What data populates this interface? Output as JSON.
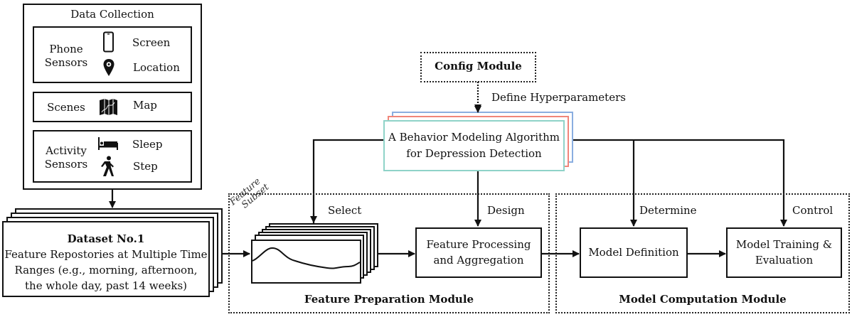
{
  "data_collection": {
    "title": "Data Collection",
    "groups": [
      {
        "label_lines": [
          "Phone",
          "Sensors"
        ],
        "items": [
          {
            "icon": "smartphone-icon",
            "label": "Screen"
          },
          {
            "icon": "location-pin-icon",
            "label": "Location"
          }
        ]
      },
      {
        "label_lines": [
          "Scenes"
        ],
        "items": [
          {
            "icon": "map-icon",
            "label": "Map"
          }
        ]
      },
      {
        "label_lines": [
          "Activity",
          "Sensors"
        ],
        "items": [
          {
            "icon": "bed-icon",
            "label": "Sleep"
          },
          {
            "icon": "walking-person-icon",
            "label": "Step"
          }
        ]
      }
    ]
  },
  "dataset": {
    "title": "Dataset No.1",
    "lines": [
      "Feature Repostories at Multiple Time",
      "Ranges (e.g., morning, afternoon,",
      "the whole day, past 14 weeks)"
    ]
  },
  "config_module": {
    "title": "Config Module",
    "edge_label": "Define Hyperparameters"
  },
  "algorithm": {
    "lines": [
      "A Behavior Modeling Algorithm",
      "for Depression Detection"
    ],
    "layer_colors": [
      "#8fd3c8",
      "#f0867a",
      "#8aaee0"
    ]
  },
  "feature_preparation": {
    "title": "Feature Preparation Module",
    "feature_subset_label_lines": [
      "Feature",
      "Subset"
    ],
    "select_label": "Select",
    "design_label": "Design",
    "processing_box_lines": [
      "Feature Processing",
      "and Aggregation"
    ]
  },
  "model_computation": {
    "title": "Model Computation Module",
    "determine_label": "Determine",
    "control_label": "Control",
    "definition_box": "Model Definition",
    "training_box_lines": [
      "Model Training &",
      "Evaluation"
    ]
  }
}
